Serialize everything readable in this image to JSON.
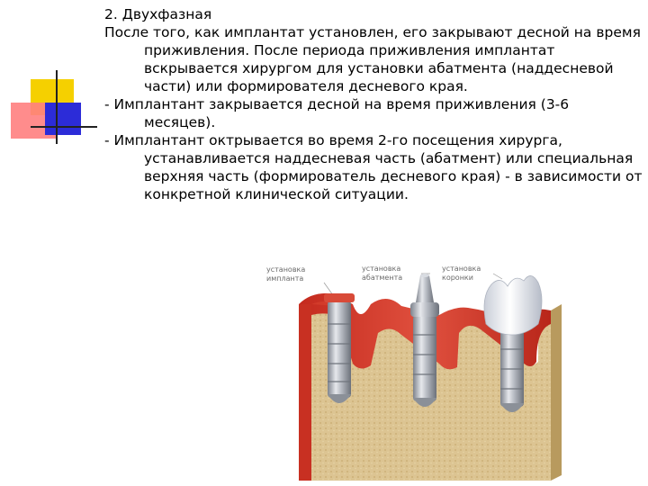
{
  "heading": "2. Двухфазная",
  "paragraphs": [
    "После того, как имплантат установлен, его закрывают десной на время приживления. После периода приживления имплантат вскрывается хирургом для установки абатмента (наддесневой части) или формирователя десневого края.",
    "- Имплантант закрывается десной на время приживления (3-6 месяцев).",
    "- Имплантант октрывается во время 2-го посещения хирурга, устанавливается наддесневая часть (абатмент) или специальная верхняя часть (формирователь десневого края) - в зависимости от конкретной клинической ситуации."
  ],
  "figure": {
    "labels": [
      {
        "line1": "установка",
        "line2": "имплантa"
      },
      {
        "line1": "установка",
        "line2": "абатмента"
      },
      {
        "line1": "установка",
        "line2": "коронки"
      }
    ],
    "colors": {
      "gum": "#d23a2a",
      "bone": "#d9c08a",
      "metal": "#b8bcc4",
      "crown": "#eef0f4"
    }
  }
}
